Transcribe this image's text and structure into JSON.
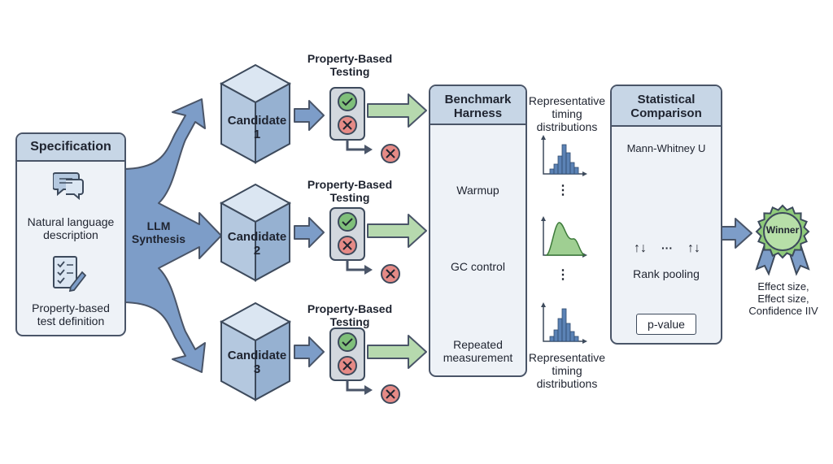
{
  "specification": {
    "title": "Specification",
    "items": [
      {
        "icon": "chat-bubble-icon",
        "label_line1": "Natural language",
        "label_line2": "description"
      },
      {
        "icon": "checklist-icon",
        "label_line1": "Property-based",
        "label_line2": "test definition"
      }
    ]
  },
  "synthesis": {
    "line1": "LLM",
    "line2": "Synthesis"
  },
  "candidates": [
    {
      "line1": "Candidate",
      "line2": "1"
    },
    {
      "line1": "Candidate",
      "line2": "2"
    },
    {
      "line1": "Candidate",
      "line2": "3"
    }
  ],
  "pbt": {
    "line1": "Property-Based",
    "line2": "Testing"
  },
  "harness": {
    "title_line1": "Benchmark",
    "title_line2": "Harness",
    "steps": [
      {
        "icon": "gauge-icon",
        "label_line1": "Warmup",
        "label_line2": ""
      },
      {
        "icon": "gear-icon",
        "label_line1": "GC control",
        "label_line2": ""
      },
      {
        "icon": "repeat-icon",
        "label_line1": "Repeated",
        "label_line2": "measurement"
      }
    ]
  },
  "distributions": {
    "line1": "Representative",
    "line2": "timing",
    "line3": "distributions",
    "ellipsis": "⋮"
  },
  "stats": {
    "title_line1": "Statistical",
    "title_line2": "Comparison",
    "test_name": "Mann-Whitney U",
    "sort_glyph": "↑↓",
    "between": "···",
    "rank_pooling": "Rank pooling",
    "pvalue": "p-value"
  },
  "winner": {
    "badge": "Winner",
    "line1": "Effect size,",
    "line2": "Effect size,",
    "line3": "Confidence IIV"
  },
  "colors": {
    "panel_fill": "#eef2f7",
    "panel_head": "#c7d6e6",
    "arrow_blue": "#6b8fbf",
    "arrow_green": "#b6d9ae",
    "check_green": "#7fbf7a",
    "fail_red": "#e58a86",
    "badge_green": "#8fcb7a",
    "bar_blue": "#5b82b5"
  }
}
